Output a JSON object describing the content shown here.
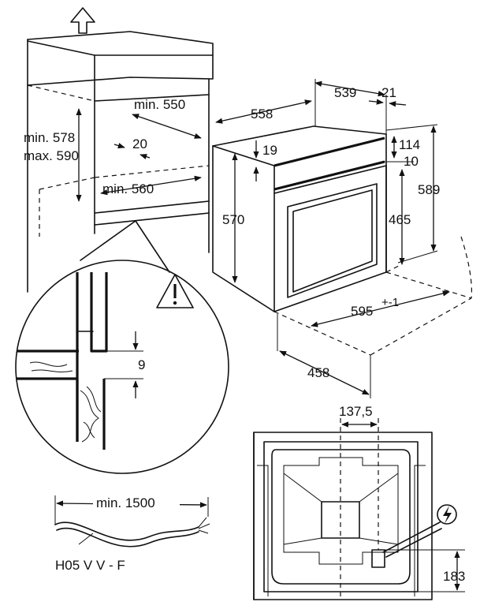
{
  "labels": {
    "cabinet_depth": "min. 550",
    "cabinet_height": "min. 578\nmax. 590",
    "cabinet_height_line1": "min. 578",
    "cabinet_height_line2": "max. 590",
    "cabinet_gap": "20",
    "cabinet_width": "min. 560",
    "oven_width": "558",
    "oven_depth": "539",
    "oven_door": "21",
    "oven_top_gap": "19",
    "oven_panel_height": "114",
    "oven_panel_offset": "10",
    "oven_total_height": "589",
    "oven_body_height": "570",
    "oven_front_height": "465",
    "oven_front_width": "595",
    "oven_front_width_tol": "+-1",
    "oven_side_depth": "458",
    "detail_gap": "9",
    "cable_length": "min. 1500",
    "cable_type": "H05 V V - F",
    "socket_offset": "137,5",
    "socket_height": "183"
  },
  "icons": {
    "warning": "warning-triangle-icon",
    "electric": "lightning-bolt-icon",
    "up_arrow": "up-arrow-icon"
  }
}
